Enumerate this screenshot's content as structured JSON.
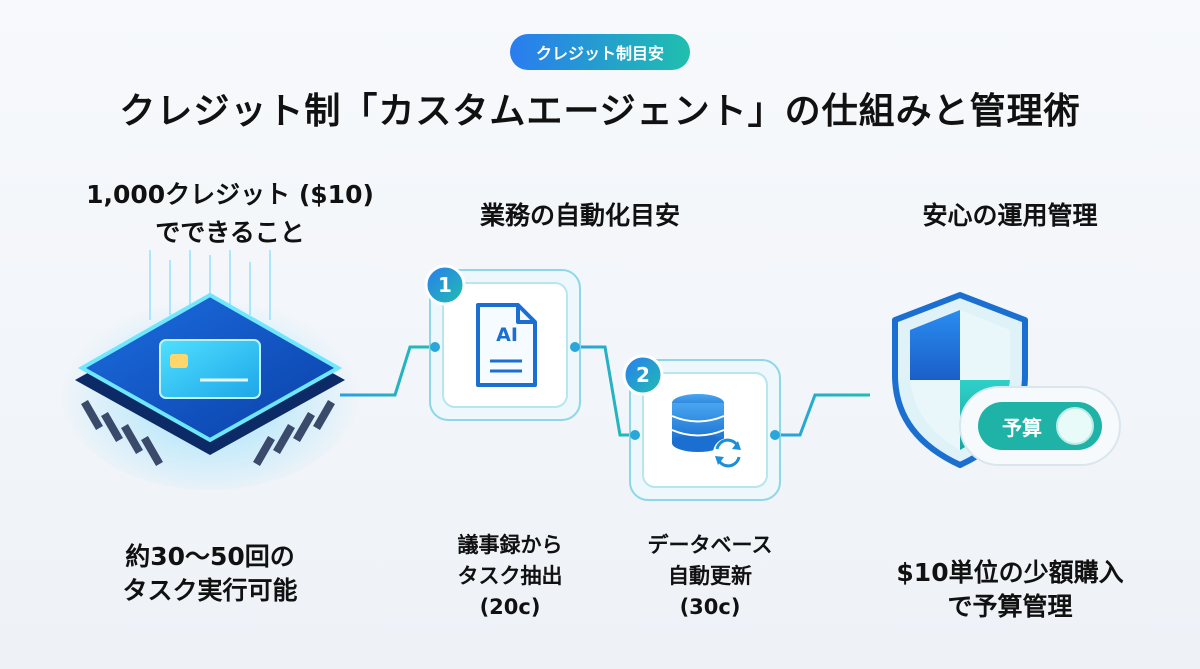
{
  "header": {
    "badge": "クレジット制目安",
    "title": "クレジット制「カスタムエージェント」の仕組みと管理術"
  },
  "sections": {
    "credits": {
      "heading_lines": [
        "1,000クレジット ($10)",
        "でできること"
      ],
      "caption_lines": [
        "約30〜50回の",
        "タスク実行可能"
      ]
    },
    "automation": {
      "heading": "業務の自動化目安",
      "steps": [
        {
          "number": "1",
          "icon_label": "AI",
          "caption_lines": [
            "議事録から",
            "タスク抽出",
            "(20c)"
          ]
        },
        {
          "number": "2",
          "caption_lines": [
            "データベース",
            "自動更新",
            "(30c)"
          ]
        }
      ]
    },
    "management": {
      "heading": "安心の運用管理",
      "toggle_label": "予算",
      "caption_lines": [
        "$10単位の少額購入",
        "で予算管理"
      ]
    }
  },
  "colors": {
    "accent_blue": "#2a7cf0",
    "accent_teal": "#1fbfae",
    "text": "#111111"
  }
}
